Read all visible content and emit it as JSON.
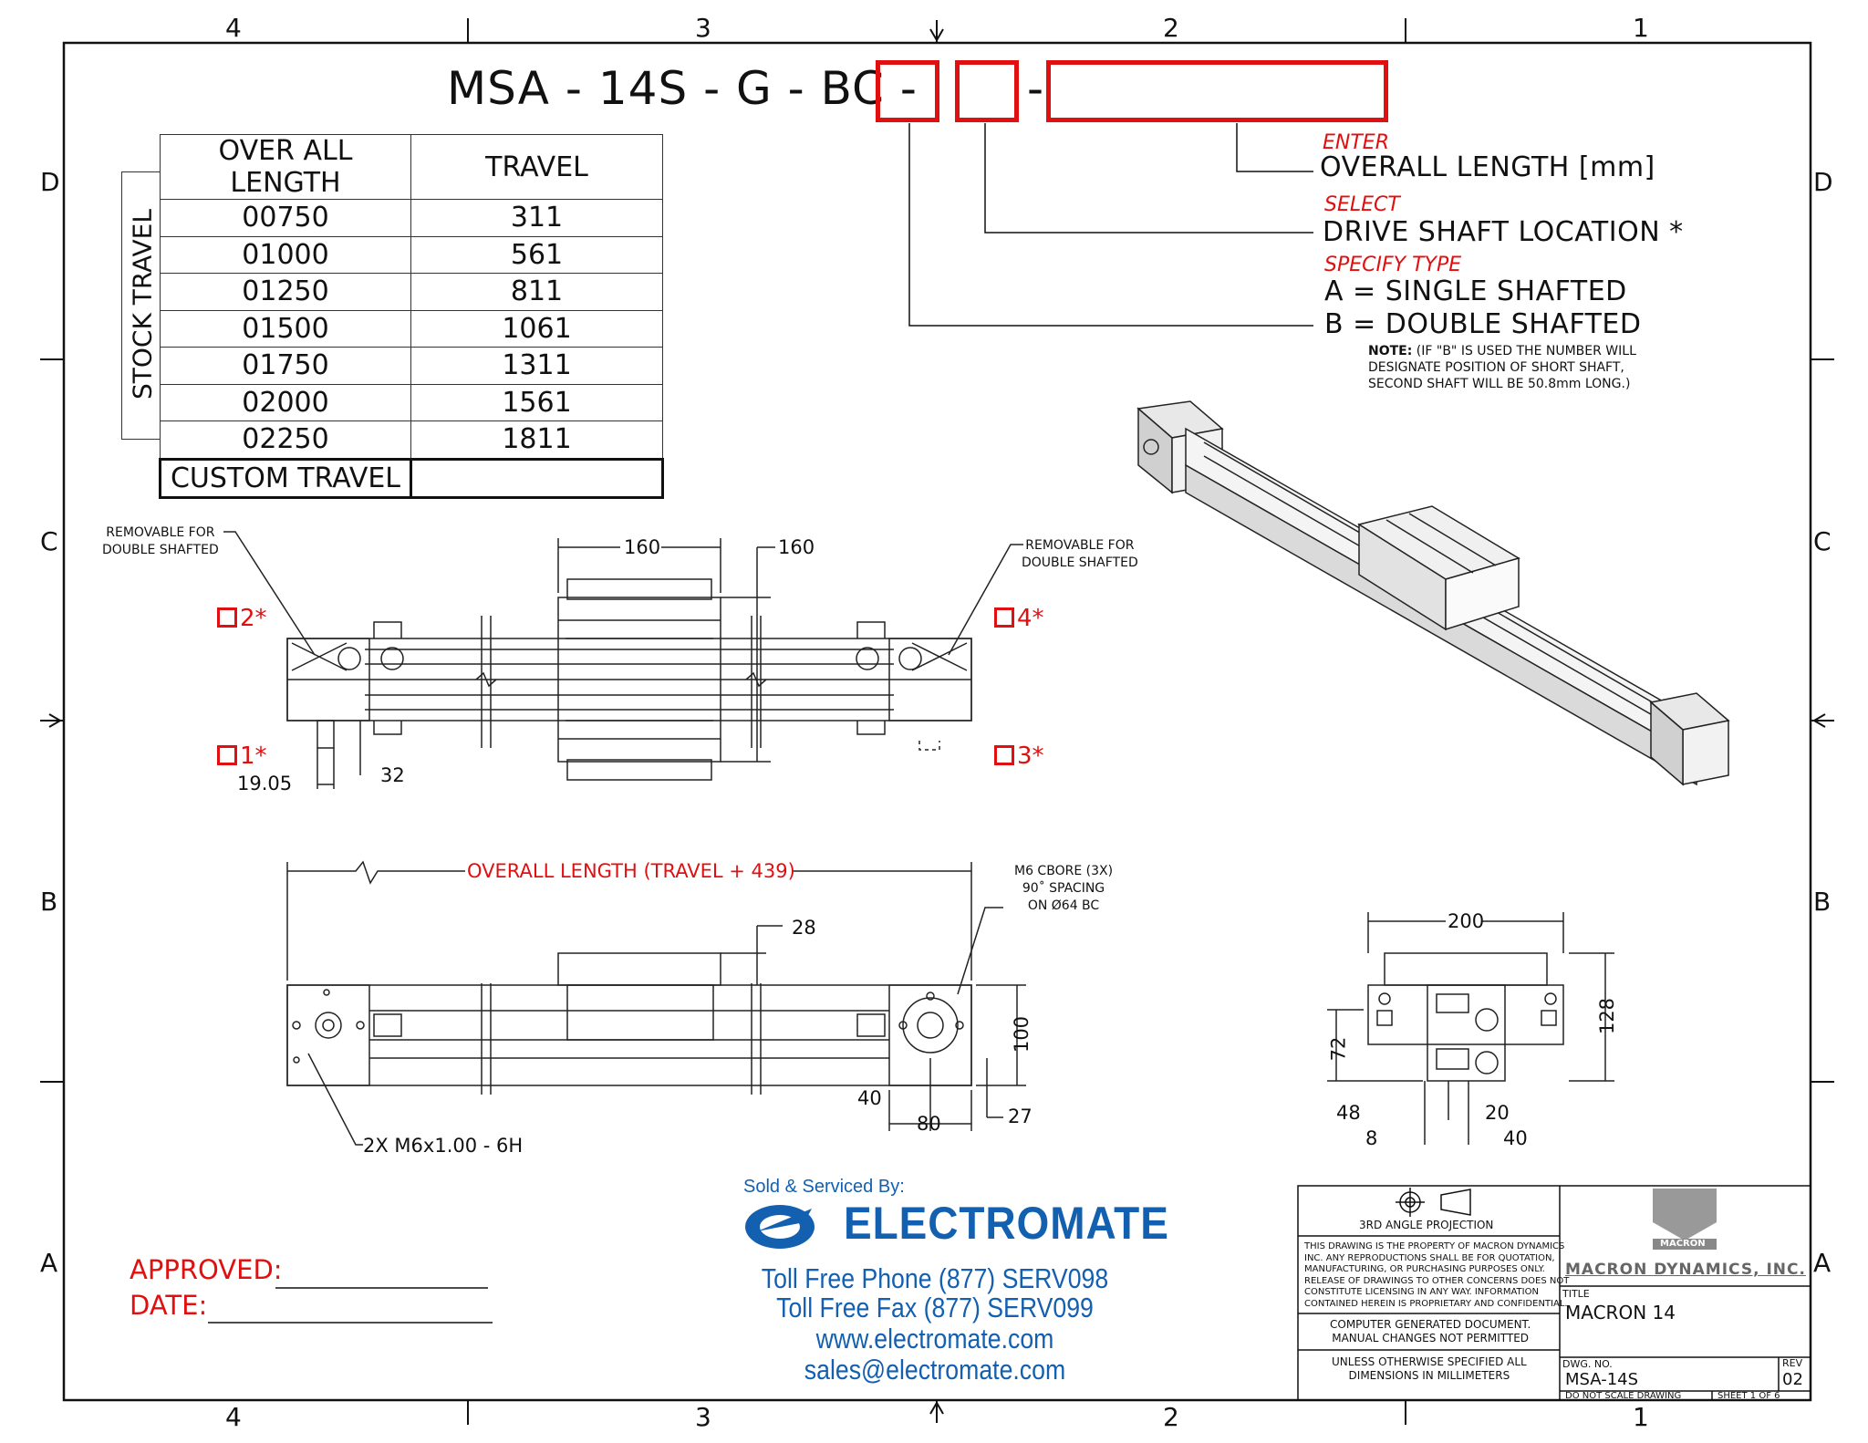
{
  "border": {
    "columns_top": [
      "4",
      "3",
      "2",
      "1"
    ],
    "columns_bottom": [
      "4",
      "3",
      "2",
      "1"
    ],
    "rows_left": [
      "D",
      "C",
      "B",
      "A"
    ],
    "rows_right": [
      "D",
      "C",
      "B",
      "A"
    ]
  },
  "part_number": {
    "prefix": "MSA - 14S - G - BC -",
    "separator": "-",
    "callouts": [
      {
        "action": "ENTER",
        "field": "OVERALL LENGTH [mm]"
      },
      {
        "action": "SELECT",
        "field": "DRIVE SHAFT LOCATION *"
      },
      {
        "action": "SPECIFY TYPE",
        "option_a": "A = SINGLE SHAFTED",
        "option_b": "B = DOUBLE SHAFTED"
      }
    ],
    "note_label": "NOTE:",
    "note_lines": [
      " (IF \"B\" IS USED THE NUMBER WILL",
      "DESIGNATE POSITION OF SHORT SHAFT,",
      "SECOND SHAFT WILL BE 50.8mm LONG.)"
    ]
  },
  "stock_table": {
    "side_label": "STOCK TRAVEL",
    "headers": [
      "OVER ALL LENGTH",
      "TRAVEL"
    ],
    "rows": [
      [
        "00750",
        "311"
      ],
      [
        "01000",
        "561"
      ],
      [
        "01250",
        "811"
      ],
      [
        "01500",
        "1061"
      ],
      [
        "01750",
        "1311"
      ],
      [
        "02000",
        "1561"
      ],
      [
        "02250",
        "1811"
      ]
    ],
    "custom_label": "CUSTOM TRAVEL",
    "custom_value": ""
  },
  "top_view": {
    "removable_left": [
      "REMOVABLE FOR",
      "DOUBLE SHAFTED"
    ],
    "removable_right": [
      "REMOVABLE FOR",
      "DOUBLE SHAFTED"
    ],
    "positions": [
      "2*",
      "4*",
      "1*",
      "3*"
    ],
    "dims": {
      "carriage_width": "160",
      "carriage_depth": "160",
      "shaft_offset": "19.05",
      "shaft_len": "32"
    }
  },
  "side_view": {
    "overall_label": "OVERALL LENGTH (TRAVEL + 439)",
    "cbore_note": [
      "M6 CBORE (3X)",
      "90˚ SPACING",
      "ON Ø64 BC"
    ],
    "tap_note": "2X M6x1.00 - 6H",
    "dims": {
      "carriage_height": "28",
      "height": "100",
      "d40": "40",
      "d80": "80",
      "d27": "27"
    }
  },
  "end_view": {
    "dims": {
      "width": "200",
      "height": "128",
      "h72": "72",
      "d48": "48",
      "d8": "8",
      "d20": "20",
      "d40": "40"
    }
  },
  "vendor": {
    "sold_by": "Sold & Serviced By:",
    "name": "ELECTROMATE",
    "phone": "Toll Free Phone  (877) SERV098",
    "fax": "Toll Free Fax  (877) SERV099",
    "web": "www.electromate.com",
    "email": "sales@electromate.com"
  },
  "approval": {
    "approved": "APPROVED:",
    "date": "DATE:"
  },
  "title_block": {
    "projection": "3RD ANGLE PROJECTION",
    "proprietary": [
      "THIS DRAWING IS THE PROPERTY OF MACRON DYNAMICS",
      "INC. ANY REPRODUCTIONS SHALL BE FOR QUOTATION,",
      "MANUFACTURING, OR PURCHASING PURPOSES ONLY.",
      "RELEASE OF DRAWINGS TO OTHER CONCERNS DOES NOT",
      "CONSTITUTE LICENSING IN ANY WAY. INFORMATION",
      "CONTAINED HEREIN IS PROPRIETARY AND CONFIDENTIAL."
    ],
    "computer_generated": [
      "COMPUTER GENERATED DOCUMENT.",
      "MANUAL CHANGES NOT PERMITTED"
    ],
    "units": [
      "UNLESS OTHERWISE SPECIFIED ALL",
      "DIMENSIONS IN MILLIMETERS"
    ],
    "logo_text": "MACRON",
    "company": "MACRON DYNAMICS, INC.",
    "title_label": "TITLE",
    "title": "MACRON 14",
    "dwg_label": "DWG. NO.",
    "dwg_no": "MSA-14S",
    "rev_label": "REV",
    "rev": "02",
    "scale_note": "DO NOT SCALE DRAWING",
    "sheet": "SHEET 1  OF 6"
  }
}
